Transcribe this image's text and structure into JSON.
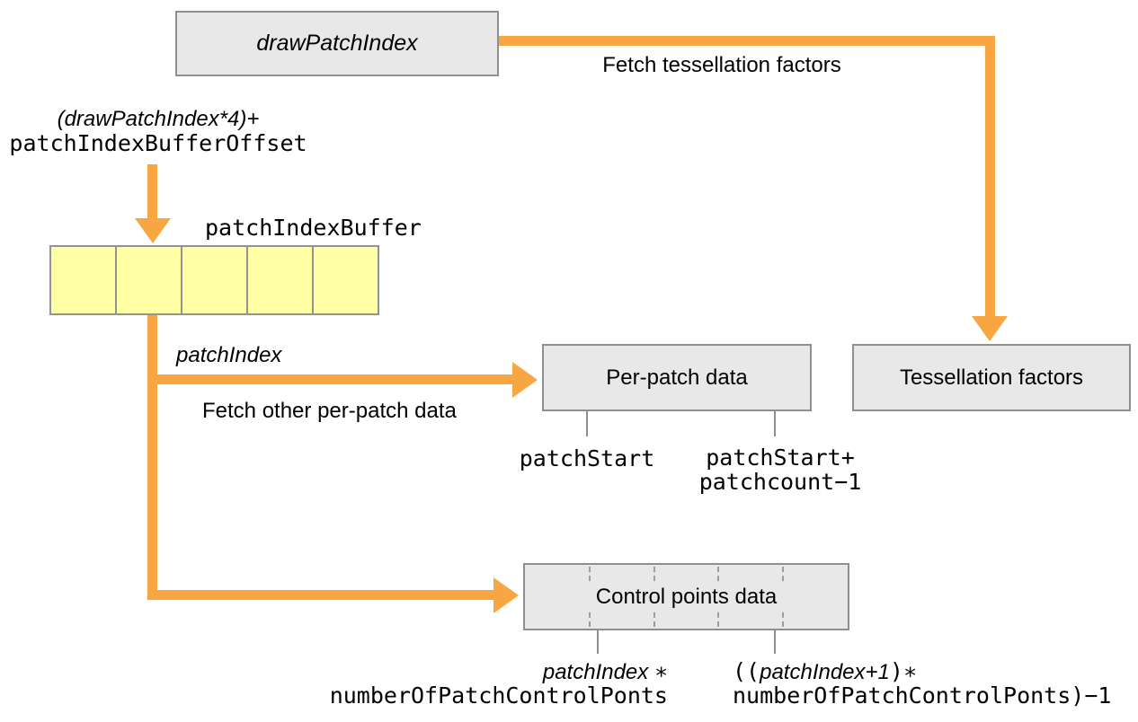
{
  "colors": {
    "orange": "#F7A642",
    "box_fill": "#E8E8E8",
    "box_border": "#8F8F8F",
    "buffer_fill": "#FFFFA6",
    "buffer_border": "#939393",
    "tick": "#8F8F8F",
    "dash": "#9C9C9C"
  },
  "nodes": {
    "draw_patch_index": {
      "label": "drawPatchIndex"
    },
    "per_patch_data": {
      "label": "Per-patch data"
    },
    "tessellation_factors": {
      "label": "Tessellation factors"
    },
    "control_points_data": {
      "label": "Control points data"
    }
  },
  "buffer": {
    "label": "patchIndexBuffer",
    "cells": 5
  },
  "edges": {
    "fetch_tessellation": {
      "label": "Fetch tessellation factors"
    },
    "patch_index": {
      "label": "patchIndex"
    },
    "fetch_per_patch": {
      "label": "Fetch other per-patch data"
    }
  },
  "annotations": {
    "index_formula": {
      "line1": "(drawPatchIndex*4)+",
      "line2": "patchIndexBufferOffset"
    },
    "per_patch_range": {
      "start": "patchStart",
      "end_line1": "patchStart+",
      "end_line2": "patchcount−1"
    },
    "control_points_range": {
      "start_var": "patchIndex",
      "start_op": "∗",
      "start_line2": "numberOfPatchControlPonts",
      "end_open": "((",
      "end_var": "patchIndex+1",
      "end_close": ")∗",
      "end_line2": "numberOfPatchControlPonts)−1"
    }
  }
}
